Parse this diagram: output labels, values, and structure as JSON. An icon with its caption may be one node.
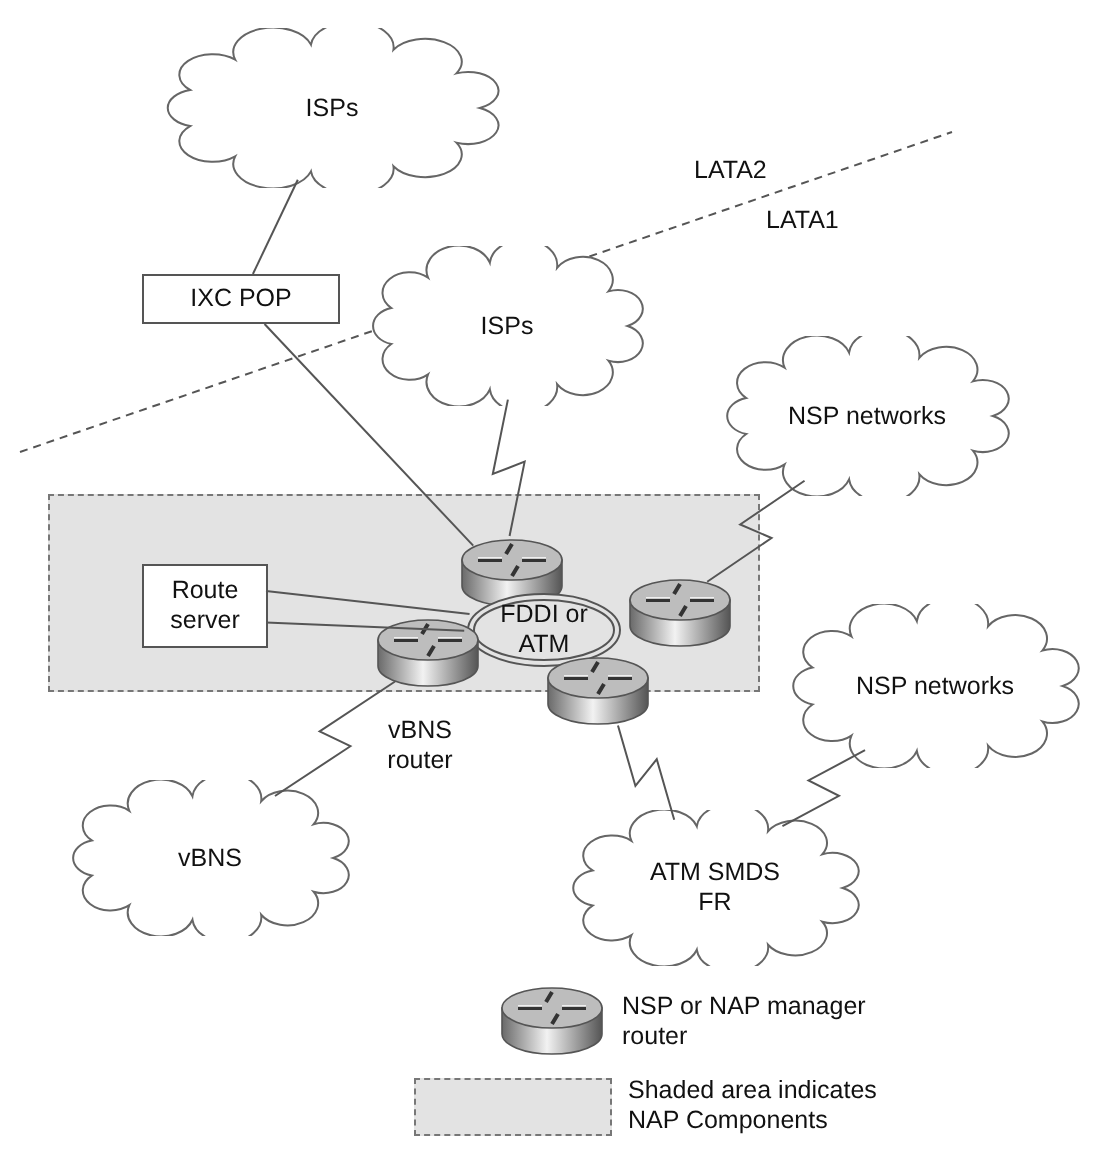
{
  "diagram": {
    "nodes": [
      {
        "text": [
          "ISPs"
        ]
      },
      {
        "text": [
          "IXC POP"
        ]
      },
      {
        "text": [
          "ISPs"
        ]
      },
      {
        "text": [
          "NSP networks"
        ]
      },
      {
        "text": [],
        "shape": "box"
      },
      {
        "text": [
          "Route server"
        ],
        "in": 4
      },
      {
        "text": [],
        "shape": "picture",
        "in": 4
      },
      {
        "text": [],
        "shape": "picture",
        "in": 4
      },
      {
        "text": [
          "FDDI or ATM"
        ],
        "in": 4
      },
      {
        "text": [],
        "shape": "picture",
        "in": 4,
        "beside": [
          "vBNS router"
        ]
      },
      {
        "text": [],
        "shape": "picture"
      },
      {
        "text": [
          "NSP networks"
        ]
      },
      {
        "text": [
          "vBNS"
        ]
      },
      {
        "text": [
          "ATM SMDS FR"
        ]
      }
    ],
    "edges": [
      {
        "from": 0,
        "to": 1,
        "arrow": "none"
      },
      {
        "from": 1,
        "to": 6,
        "arrow": "none"
      },
      {
        "from": 2,
        "to": 6,
        "arrow": "none"
      },
      {
        "from": 3,
        "to": 7,
        "arrow": "none"
      },
      {
        "from": 5,
        "to": 8,
        "arrow": "none"
      },
      {
        "from": 5,
        "to": 8,
        "arrow": "none"
      },
      {
        "from": 9,
        "to": 12,
        "arrow": "none"
      },
      {
        "from": 10,
        "to": 13,
        "arrow": "none"
      },
      {
        "from": 11,
        "to": 13,
        "arrow": "none"
      }
    ],
    "labels": [
      "LATA2",
      "LATA1"
    ],
    "legend": [
      {
        "text": "NSP or NAP manager router"
      },
      {
        "text": "Shaded area indicates NAP Components",
        "color": "#e3e3e3"
      }
    ]
  }
}
